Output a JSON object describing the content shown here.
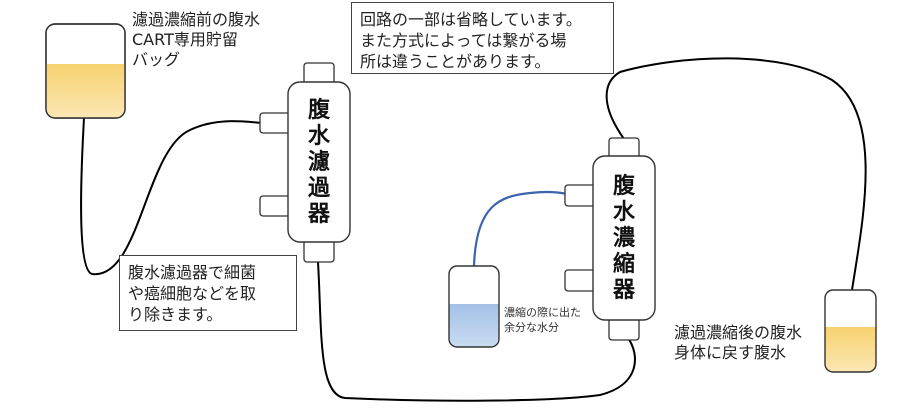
{
  "labels": {
    "bag_before": "濾過濃縮前の腹水\nCART専用貯留\nバッグ",
    "bag_after": "濾過濃縮後の腹水\n身体に戻す腹水",
    "water": "濃縮の際に出た\n余分な水分"
  },
  "notes": {
    "omitted": "回路の一部は省略しています。\nまた方式によっては繋がる場\n所は違うことがあります。",
    "filter_desc": "腹水濾過器で細菌\nや癌細胞などを取\nり除きます。"
  },
  "devices": {
    "filter": "腹\n水\n濾\n過\n器",
    "concentrator": "腹\n水\n濃\n縮\n器"
  },
  "colors": {
    "ascites": "#f6c95c",
    "water": "#a9c6ea",
    "water_tube": "#3c63ad",
    "tube": "#000000"
  }
}
